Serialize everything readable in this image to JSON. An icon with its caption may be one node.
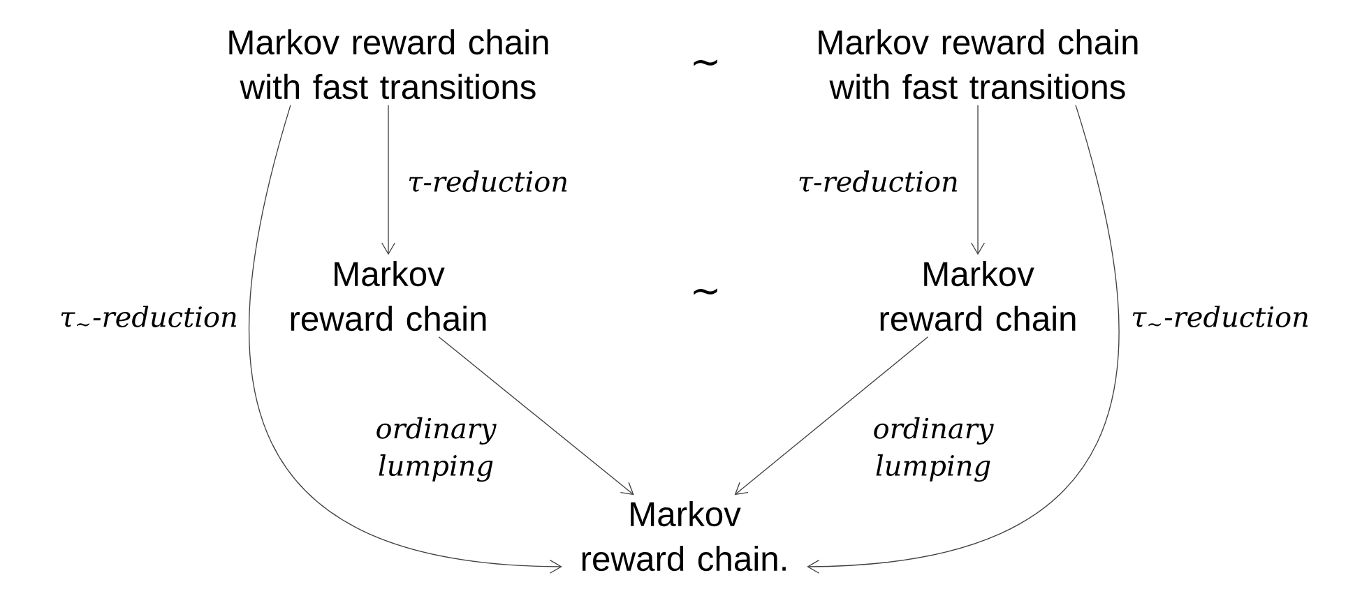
{
  "diagram": {
    "nodes": [
      {
        "text": [
          "Markov reward chain with fast transitions"
        ]
      },
      {
        "text": [
          "Markov reward chain with fast transitions"
        ]
      },
      {
        "text": [
          "Markov reward chain"
        ]
      },
      {
        "text": [
          "Markov reward chain"
        ]
      },
      {
        "text": [
          "Markov reward chain."
        ]
      }
    ],
    "edges": [
      {
        "from": 0,
        "to": 2,
        "arrow": "to",
        "label": "τ-reduction"
      },
      {
        "from": 1,
        "to": 3,
        "arrow": "to",
        "label": "τ-reduction"
      },
      {
        "from": 0,
        "to": 4,
        "arrow": "to",
        "label": "τ$_{∼}$-reduction"
      },
      {
        "from": 1,
        "to": 4,
        "arrow": "to",
        "label": "τ$_{∼}$-reduction"
      },
      {
        "from": 2,
        "to": 4,
        "arrow": "to",
        "label": "ordinary lumping"
      },
      {
        "from": 3,
        "to": 4,
        "arrow": "to",
        "label": "ordinary lumping"
      }
    ],
    "labels": [
      "∼",
      "∼"
    ]
  }
}
